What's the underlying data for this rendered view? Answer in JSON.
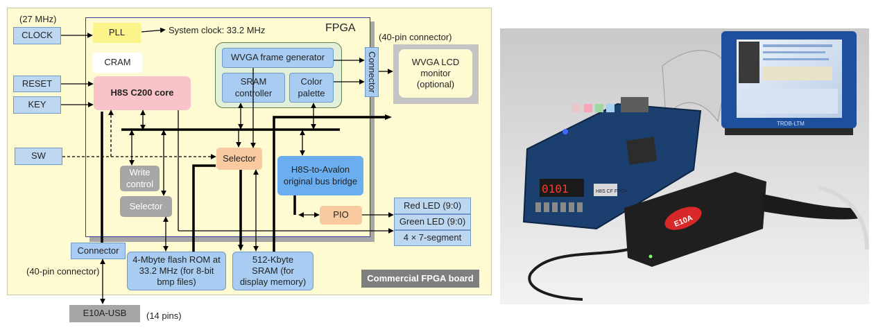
{
  "diagram": {
    "clock_freq": "(27 MHz)",
    "clock": "CLOCK",
    "reset": "RESET",
    "key": "KEY",
    "sw": "SW",
    "pll": "PLL",
    "system_clock": "System clock: 33.2 MHz",
    "fpga": "FPGA",
    "cram": "CRAM",
    "h8s_core": "H8S C200 core",
    "wvga_frame": "WVGA frame generator",
    "sram_ctrl": "SRAM controller",
    "color_palette": "Color palette",
    "connector_vertical": "Connector",
    "lcd_connector_note": "(40-pin connector)",
    "lcd_monitor": "WVGA LCD monitor (optional)",
    "selector_top": "Selector",
    "write_control": "Write control",
    "selector_bottom": "Selector",
    "bridge": "H8S-to-Avalon original bus bridge",
    "pio": "PIO",
    "leds": [
      "Red LED (9:0)",
      "Green LED (9:0)",
      "4 × 7-segment"
    ],
    "connector": "Connector",
    "pin40_note": "(40-pin connector)",
    "flash_rom": "4-Mbyte flash ROM at 33.2 MHz (for 8-bit bmp files)",
    "sram": "512-Kbyte SRAM (for display memory)",
    "board_label": "Commercial FPGA board",
    "e10a": "E10A-USB",
    "pins14": "(14 pins)"
  },
  "photo": {
    "display_7seg": "0101",
    "board_label": "H8S CF FPGA",
    "debugger_label": "E10A",
    "lcd_label": "TRDB-LTM"
  },
  "colors": {
    "diagram_bg": "#fefbd3",
    "input_box": "#bdd7f1",
    "core_pink": "#f9c4c9",
    "pll_yellow": "#fbf48a",
    "green_block": "#e2f0d9",
    "bridge_blue": "#6aaef0",
    "selector_orange": "#f9c9a0",
    "gray_block": "#a6a6a6"
  }
}
